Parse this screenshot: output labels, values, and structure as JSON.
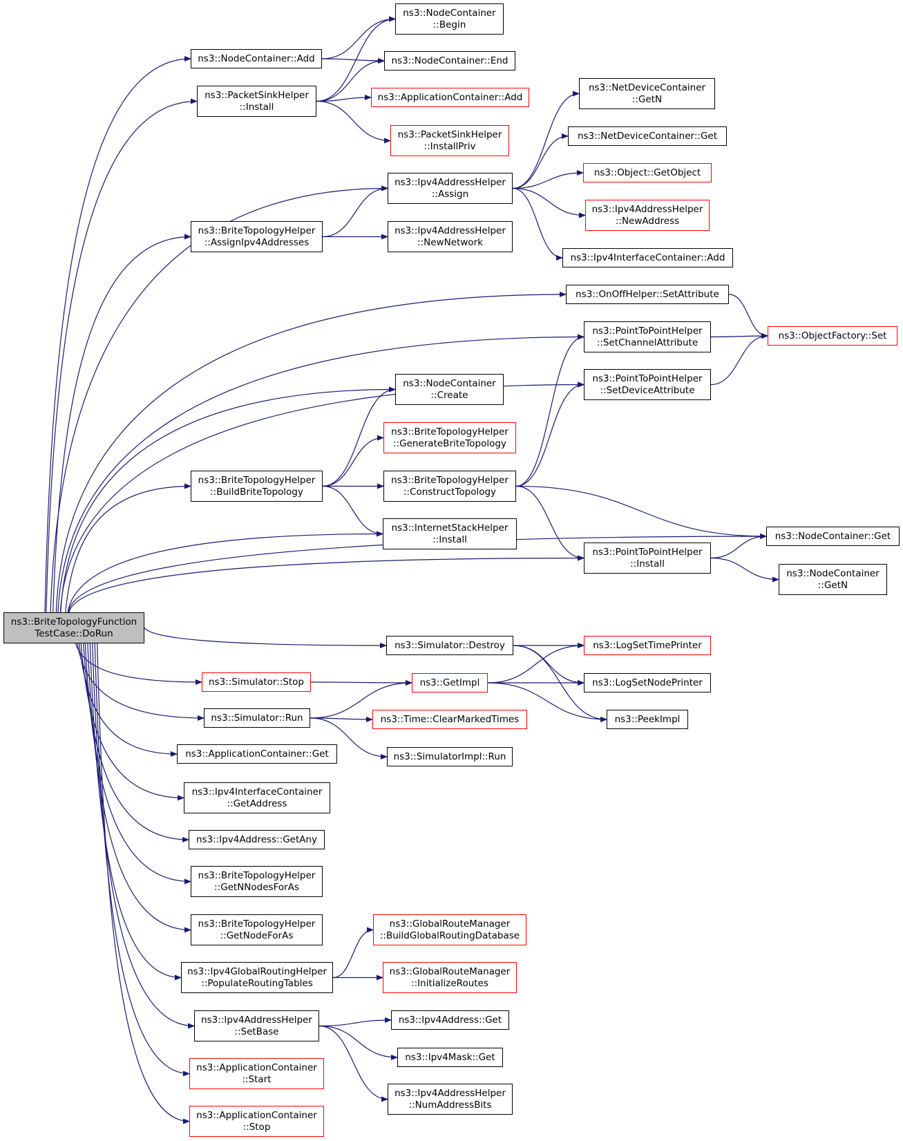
{
  "diagram": {
    "colors": {
      "edge": "#191970",
      "border": "#000000",
      "border_undocumented": "#ff0000",
      "root_fill": "#bfbfbf"
    },
    "nodes": [
      {
        "id": "root",
        "label": "ns3::BriteTopologyFunction\nTestCase::DoRun",
        "style": "root"
      },
      {
        "id": "nc_add",
        "label": "ns3::NodeContainer::Add",
        "style": "normal"
      },
      {
        "id": "psh_install",
        "label": "ns3::PacketSinkHelper\n::Install",
        "style": "normal"
      },
      {
        "id": "bth_assign",
        "label": "ns3::BriteTopologyHelper\n::AssignIpv4Addresses",
        "style": "normal"
      },
      {
        "id": "bth_build",
        "label": "ns3::BriteTopologyHelper\n::BuildBriteTopology",
        "style": "normal"
      },
      {
        "id": "sim_stop",
        "label": "ns3::Simulator::Stop",
        "style": "red"
      },
      {
        "id": "sim_run",
        "label": "ns3::Simulator::Run",
        "style": "normal"
      },
      {
        "id": "ac_get",
        "label": "ns3::ApplicationContainer::Get",
        "style": "normal"
      },
      {
        "id": "iic_getaddr",
        "label": "ns3::Ipv4InterfaceContainer\n::GetAddress",
        "style": "normal"
      },
      {
        "id": "ipv4_getany",
        "label": "ns3::Ipv4Address::GetAny",
        "style": "normal"
      },
      {
        "id": "bth_getn",
        "label": "ns3::BriteTopologyHelper\n::GetNNodesForAs",
        "style": "normal"
      },
      {
        "id": "bth_getnode",
        "label": "ns3::BriteTopologyHelper\n::GetNodeForAs",
        "style": "normal"
      },
      {
        "id": "igrh_pop",
        "label": "ns3::Ipv4GlobalRoutingHelper\n::PopulateRoutingTables",
        "style": "normal"
      },
      {
        "id": "iah_setbase",
        "label": "ns3::Ipv4AddressHelper\n::SetBase",
        "style": "normal"
      },
      {
        "id": "ac_start",
        "label": "ns3::ApplicationContainer\n::Start",
        "style": "red"
      },
      {
        "id": "ac_stop",
        "label": "ns3::ApplicationContainer\n::Stop",
        "style": "red"
      },
      {
        "id": "nc_begin",
        "label": "ns3::NodeContainer\n::Begin",
        "style": "normal"
      },
      {
        "id": "nc_end",
        "label": "ns3::NodeContainer::End",
        "style": "normal"
      },
      {
        "id": "ac_add",
        "label": "ns3::ApplicationContainer::Add",
        "style": "red"
      },
      {
        "id": "psh_priv",
        "label": "ns3::PacketSinkHelper\n::InstallPriv",
        "style": "red"
      },
      {
        "id": "iah_assign",
        "label": "ns3::Ipv4AddressHelper\n::Assign",
        "style": "normal"
      },
      {
        "id": "iah_newnet",
        "label": "ns3::Ipv4AddressHelper\n::NewNetwork",
        "style": "normal"
      },
      {
        "id": "nc_create",
        "label": "ns3::NodeContainer\n::Create",
        "style": "normal"
      },
      {
        "id": "bth_gen",
        "label": "ns3::BriteTopologyHelper\n::GenerateBriteTopology",
        "style": "red"
      },
      {
        "id": "bth_construct",
        "label": "ns3::BriteTopologyHelper\n::ConstructTopology",
        "style": "normal"
      },
      {
        "id": "ish_install",
        "label": "ns3::InternetStackHelper\n::Install",
        "style": "normal"
      },
      {
        "id": "sim_destroy",
        "label": "ns3::Simulator::Destroy",
        "style": "normal"
      },
      {
        "id": "getimpl",
        "label": "ns3::GetImpl",
        "style": "red"
      },
      {
        "id": "time_clear",
        "label": "ns3::Time::ClearMarkedTimes",
        "style": "red"
      },
      {
        "id": "simimpl_run",
        "label": "ns3::SimulatorImpl::Run",
        "style": "normal"
      },
      {
        "id": "grm_build",
        "label": "ns3::GlobalRouteManager\n::BuildGlobalRoutingDatabase",
        "style": "red"
      },
      {
        "id": "grm_init",
        "label": "ns3::GlobalRouteManager\n::InitializeRoutes",
        "style": "red"
      },
      {
        "id": "ipv4addr_get",
        "label": "ns3::Ipv4Address::Get",
        "style": "normal"
      },
      {
        "id": "ipv4mask_get",
        "label": "ns3::Ipv4Mask::Get",
        "style": "normal"
      },
      {
        "id": "iah_numbits",
        "label": "ns3::Ipv4AddressHelper\n::NumAddressBits",
        "style": "normal"
      },
      {
        "id": "ndc_getn",
        "label": "ns3::NetDeviceContainer\n::GetN",
        "style": "normal"
      },
      {
        "id": "ndc_get",
        "label": "ns3::NetDeviceContainer::Get",
        "style": "normal"
      },
      {
        "id": "obj_getobj",
        "label": "ns3::Object::GetObject",
        "style": "red"
      },
      {
        "id": "iah_newaddr",
        "label": "ns3::Ipv4AddressHelper\n::NewAddress",
        "style": "red"
      },
      {
        "id": "iic_add",
        "label": "ns3::Ipv4InterfaceContainer::Add",
        "style": "normal"
      },
      {
        "id": "onoff_set",
        "label": "ns3::OnOffHelper::SetAttribute",
        "style": "normal"
      },
      {
        "id": "p2p_chan",
        "label": "ns3::PointToPointHelper\n::SetChannelAttribute",
        "style": "normal"
      },
      {
        "id": "p2p_dev",
        "label": "ns3::PointToPointHelper\n::SetDeviceAttribute",
        "style": "normal"
      },
      {
        "id": "p2p_install",
        "label": "ns3::PointToPointHelper\n::Install",
        "style": "normal"
      },
      {
        "id": "logtime",
        "label": "ns3::LogSetTimePrinter",
        "style": "red"
      },
      {
        "id": "lognode",
        "label": "ns3::LogSetNodePrinter",
        "style": "normal"
      },
      {
        "id": "peekimpl",
        "label": "ns3::PeekImpl",
        "style": "normal"
      },
      {
        "id": "of_set",
        "label": "ns3::ObjectFactory::Set",
        "style": "red"
      },
      {
        "id": "nc_get",
        "label": "ns3::NodeContainer::Get",
        "style": "normal"
      },
      {
        "id": "nc_getn",
        "label": "ns3::NodeContainer\n::GetN",
        "style": "normal"
      }
    ],
    "edges": [
      [
        "root",
        "nc_add"
      ],
      [
        "root",
        "psh_install"
      ],
      [
        "root",
        "iah_assign"
      ],
      [
        "root",
        "bth_assign"
      ],
      [
        "root",
        "onoff_set"
      ],
      [
        "root",
        "p2p_chan"
      ],
      [
        "root",
        "p2p_dev"
      ],
      [
        "root",
        "nc_create"
      ],
      [
        "root",
        "bth_build"
      ],
      [
        "root",
        "ish_install"
      ],
      [
        "root",
        "p2p_install"
      ],
      [
        "root",
        "nc_get"
      ],
      [
        "root",
        "sim_destroy"
      ],
      [
        "root",
        "sim_stop"
      ],
      [
        "root",
        "sim_run"
      ],
      [
        "root",
        "ac_get"
      ],
      [
        "root",
        "iic_getaddr"
      ],
      [
        "root",
        "ipv4_getany"
      ],
      [
        "root",
        "bth_getn"
      ],
      [
        "root",
        "bth_getnode"
      ],
      [
        "root",
        "igrh_pop"
      ],
      [
        "root",
        "iah_setbase"
      ],
      [
        "root",
        "ac_start"
      ],
      [
        "root",
        "ac_stop"
      ],
      [
        "nc_add",
        "nc_begin"
      ],
      [
        "nc_add",
        "nc_end"
      ],
      [
        "psh_install",
        "nc_begin"
      ],
      [
        "psh_install",
        "nc_end"
      ],
      [
        "psh_install",
        "ac_add"
      ],
      [
        "psh_install",
        "psh_priv"
      ],
      [
        "bth_assign",
        "iah_assign"
      ],
      [
        "bth_assign",
        "iah_newnet"
      ],
      [
        "iah_assign",
        "ndc_getn"
      ],
      [
        "iah_assign",
        "ndc_get"
      ],
      [
        "iah_assign",
        "obj_getobj"
      ],
      [
        "iah_assign",
        "iah_newaddr"
      ],
      [
        "iah_assign",
        "iic_add"
      ],
      [
        "onoff_set",
        "of_set"
      ],
      [
        "p2p_chan",
        "of_set"
      ],
      [
        "p2p_dev",
        "of_set"
      ],
      [
        "bth_build",
        "nc_create"
      ],
      [
        "bth_build",
        "bth_gen"
      ],
      [
        "bth_build",
        "bth_construct"
      ],
      [
        "bth_build",
        "ish_install"
      ],
      [
        "bth_construct",
        "p2p_chan"
      ],
      [
        "bth_construct",
        "p2p_dev"
      ],
      [
        "bth_construct",
        "nc_get"
      ],
      [
        "bth_construct",
        "p2p_install"
      ],
      [
        "p2p_install",
        "nc_get"
      ],
      [
        "p2p_install",
        "nc_getn"
      ],
      [
        "sim_destroy",
        "logtime"
      ],
      [
        "sim_destroy",
        "lognode"
      ],
      [
        "sim_destroy",
        "peekimpl"
      ],
      [
        "sim_stop",
        "getimpl"
      ],
      [
        "sim_run",
        "getimpl"
      ],
      [
        "sim_run",
        "time_clear"
      ],
      [
        "sim_run",
        "simimpl_run"
      ],
      [
        "getimpl",
        "logtime"
      ],
      [
        "getimpl",
        "lognode"
      ],
      [
        "getimpl",
        "peekimpl"
      ],
      [
        "igrh_pop",
        "grm_build"
      ],
      [
        "igrh_pop",
        "grm_init"
      ],
      [
        "iah_setbase",
        "ipv4addr_get"
      ],
      [
        "iah_setbase",
        "ipv4mask_get"
      ],
      [
        "iah_setbase",
        "iah_numbits"
      ]
    ]
  }
}
